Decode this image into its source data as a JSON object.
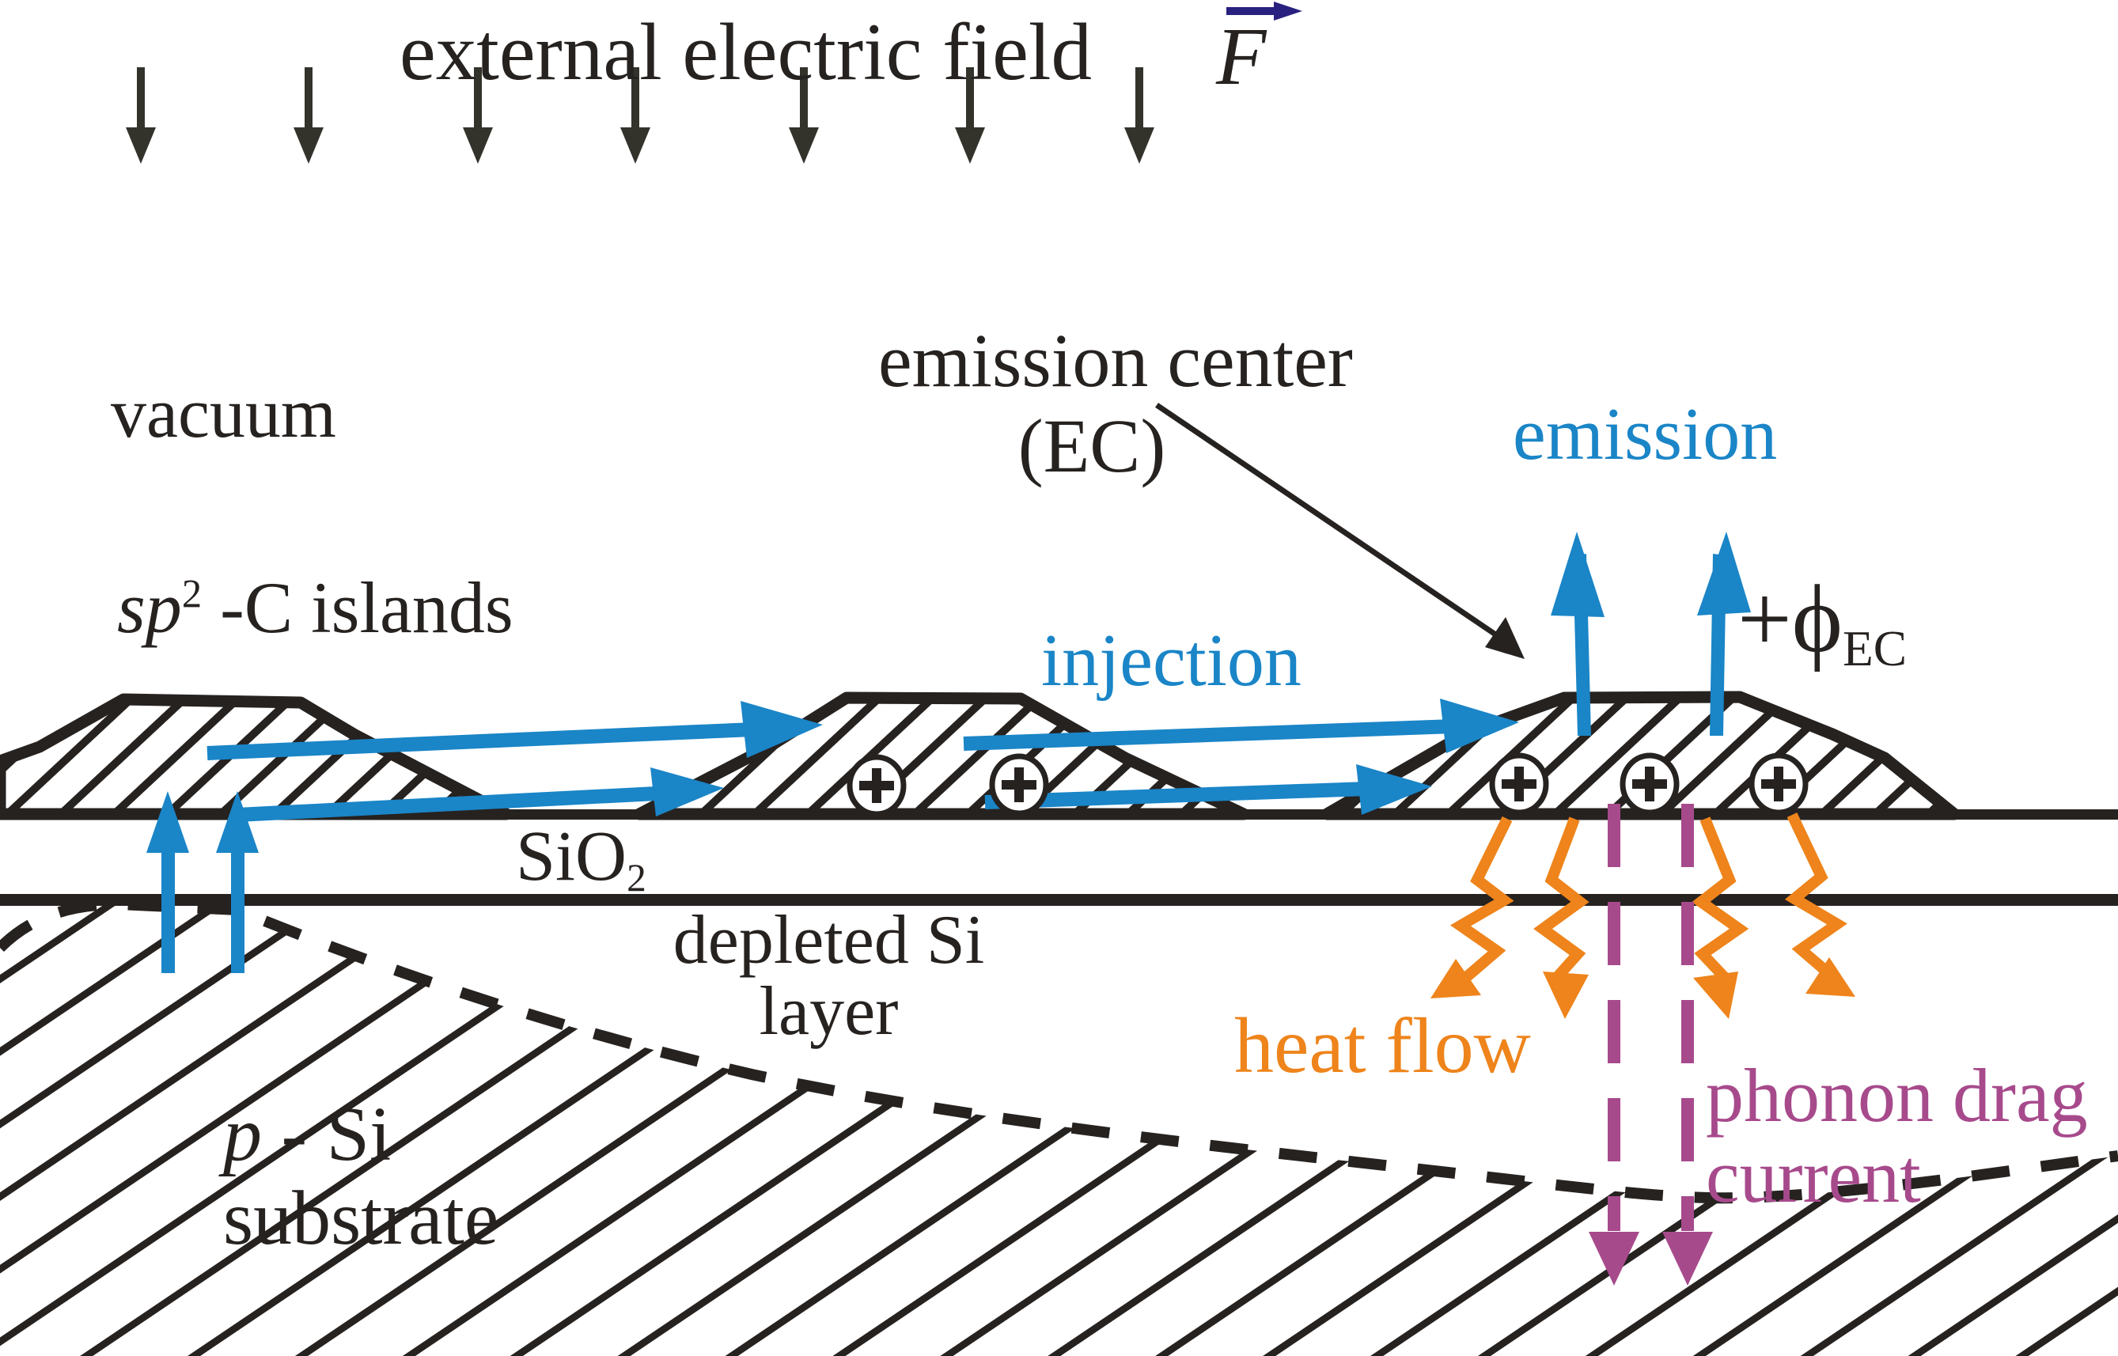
{
  "colors": {
    "ink": "#262220",
    "blue": "#1a85c7",
    "orange": "#ee841b",
    "purple": "#a74a8c",
    "navy": "#28217f"
  },
  "labels": {
    "title": "external electric field",
    "title_symbol": "F",
    "vacuum": "vacuum",
    "emission_center_line1": "emission center",
    "emission_center_line2": "(EC)",
    "emission": "emission",
    "islands_prefix": "sp",
    "islands_sup": "2",
    "islands_suffix": " -C islands",
    "injection": "injection",
    "phi_prefix": "+ϕ",
    "phi_sub": "EC",
    "sio2_prefix": "SiO",
    "sio2_sub": "2",
    "depleted_line1": "depleted Si",
    "depleted_line2": "layer",
    "heat_flow": "heat flow",
    "phonon_line1": "phonon drag",
    "phonon_line2": "current",
    "substrate_p": "p",
    "substrate_rest": " - Si",
    "substrate_line2": "substrate"
  },
  "icons": {
    "field_arrows": "seven downward field arrows",
    "field_vector_arrow": "right arrow above F",
    "plus_charges": "five circled plus charges",
    "injection_arrows": "blue injection arrows",
    "emission_arrows": "blue emission arrows",
    "tunnel_arrows": "blue upward tunnel arrows",
    "heat_flow_arrows": "orange zigzag heat arrows",
    "phonon_drag_arrows": "purple dashed down arrows",
    "ec_pointer": "pointer line to emission center"
  }
}
